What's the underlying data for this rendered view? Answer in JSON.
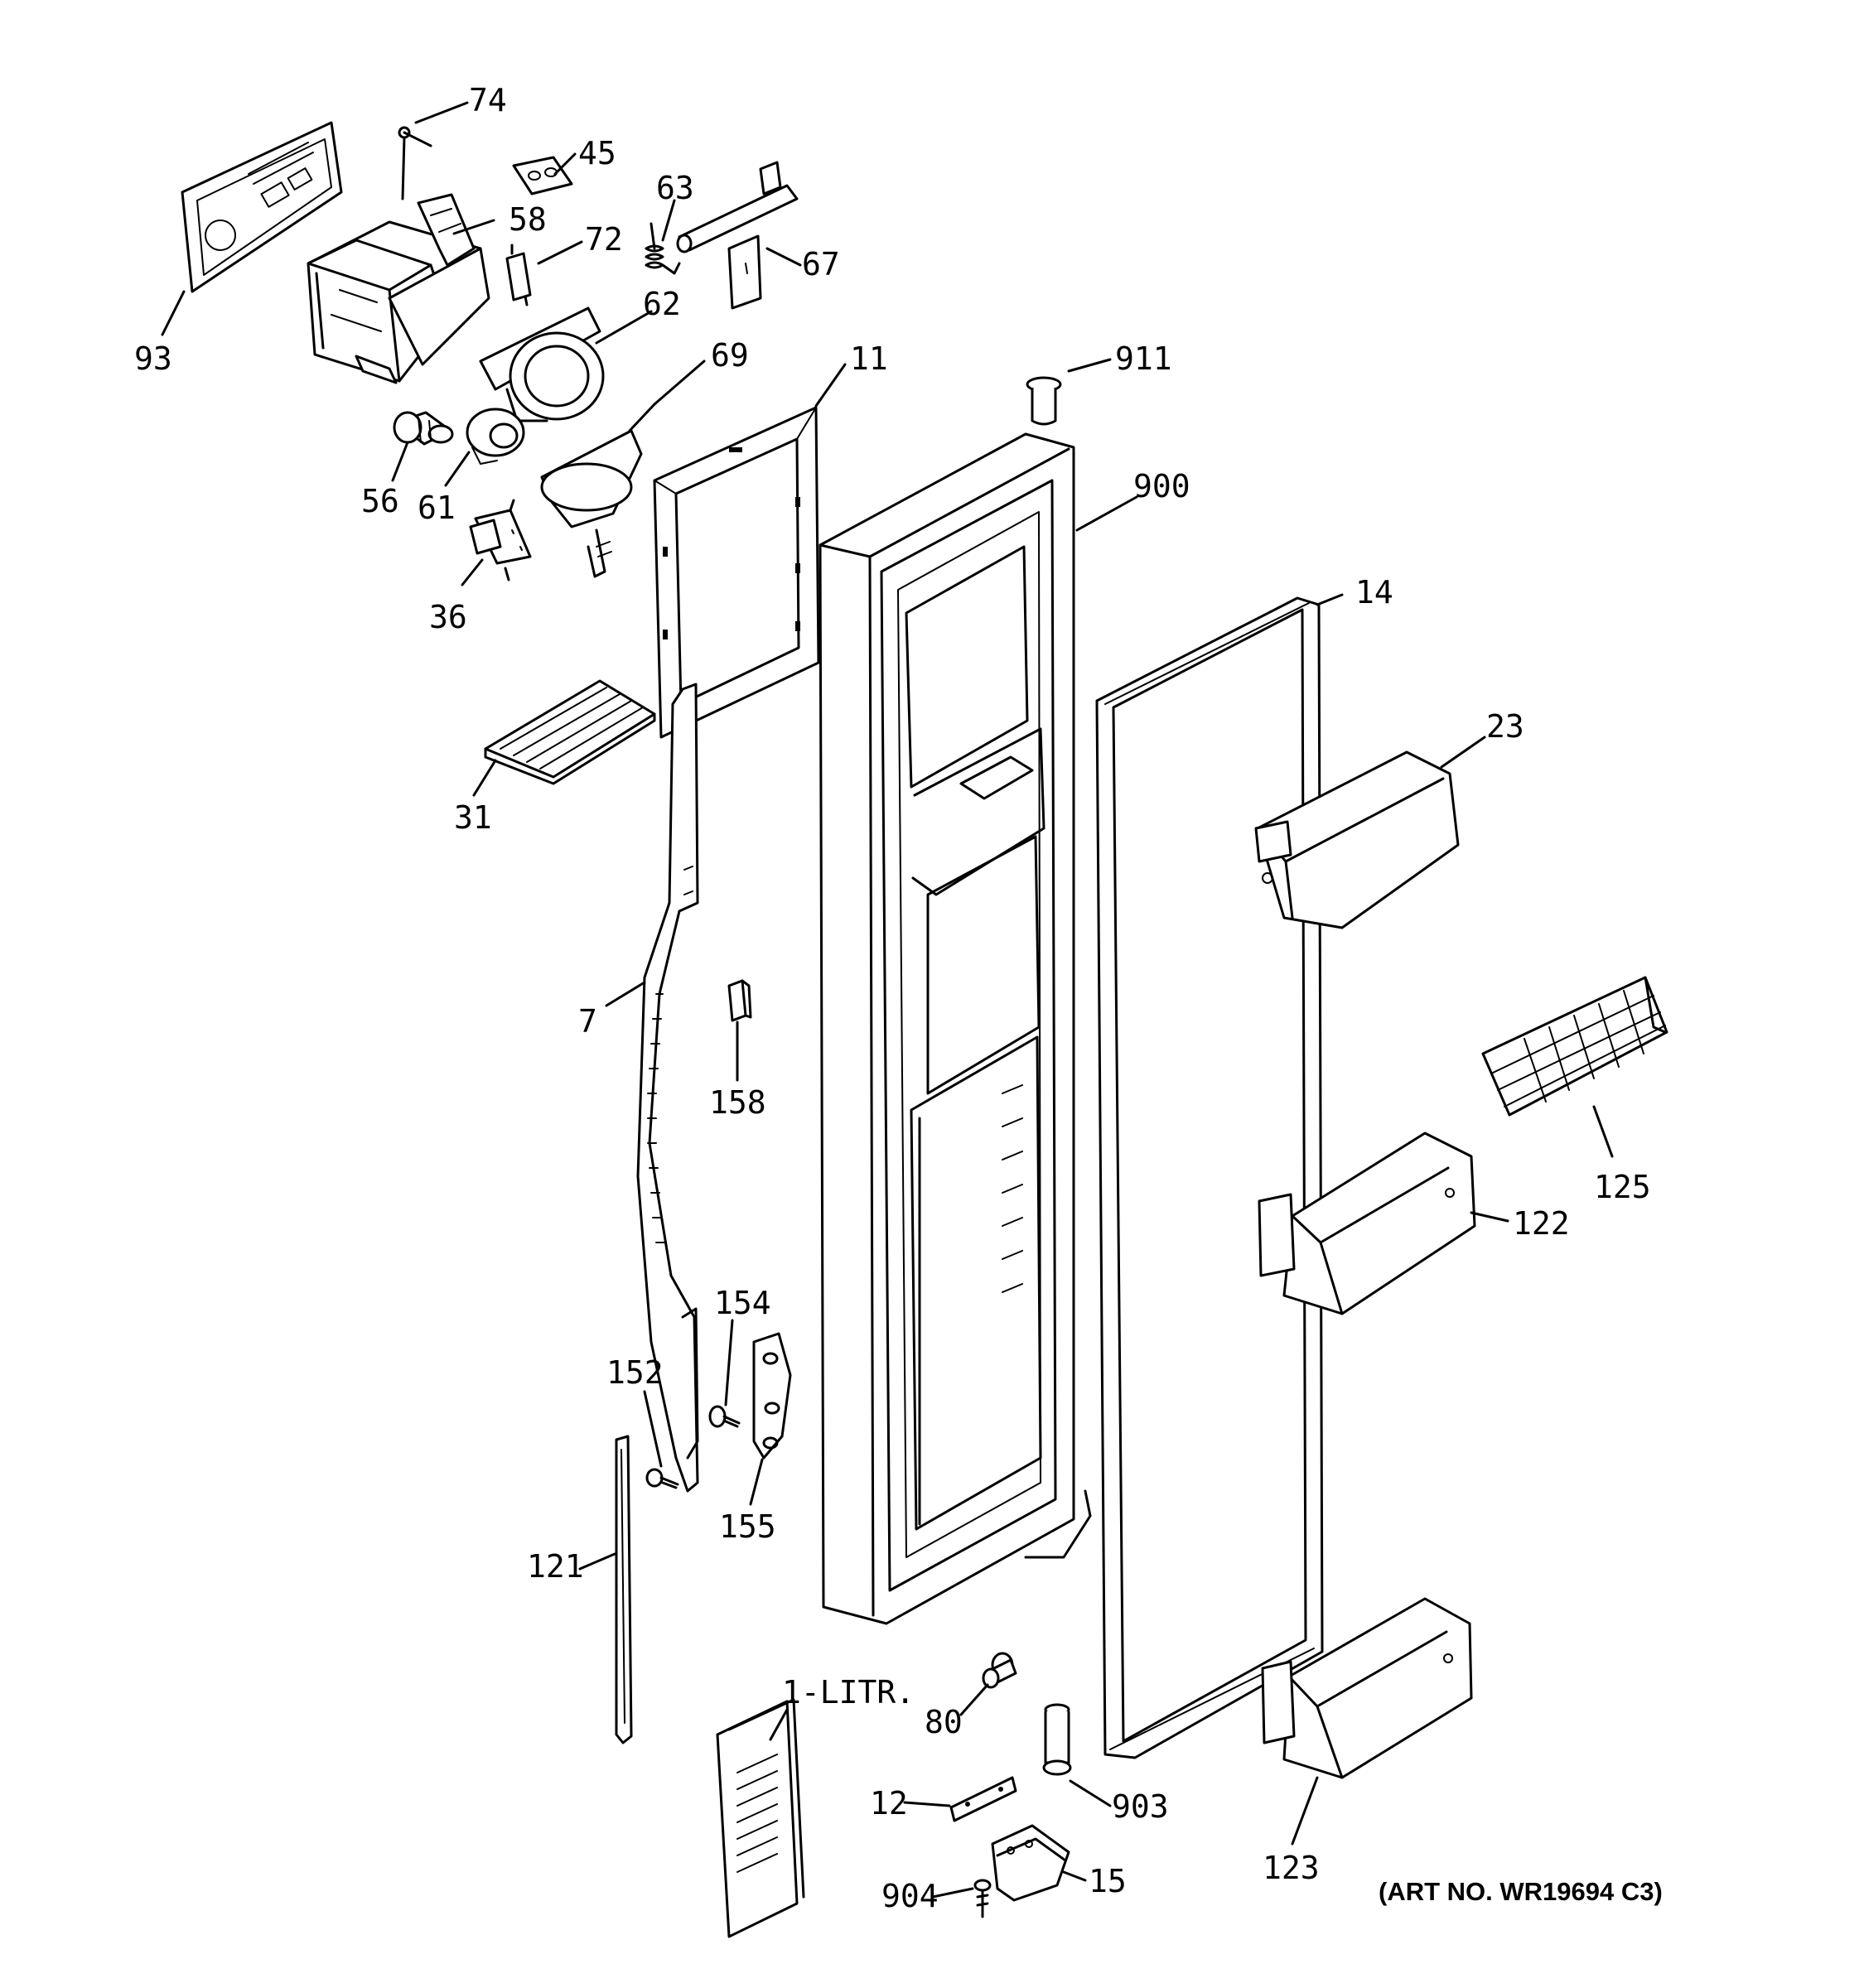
{
  "art_number": "(ART NO. WR19694 C3)",
  "labels": {
    "p74": "74",
    "p45": "45",
    "p63": "63",
    "p58": "58",
    "p72": "72",
    "p67": "67",
    "p62": "62",
    "p93": "93",
    "p69": "69",
    "p11": "11",
    "p911": "911",
    "p56": "56",
    "p61": "61",
    "p900": "900",
    "p36": "36",
    "p14": "14",
    "p23": "23",
    "p31": "31",
    "p7": "7",
    "p158": "158",
    "p125": "125",
    "p122": "122",
    "p154": "154",
    "p152": "152",
    "p155": "155",
    "p121": "121",
    "p1litr": "1-LITR.",
    "p80": "80",
    "p12": "12",
    "p903": "903",
    "p123": "123",
    "p904": "904",
    "p15": "15"
  }
}
